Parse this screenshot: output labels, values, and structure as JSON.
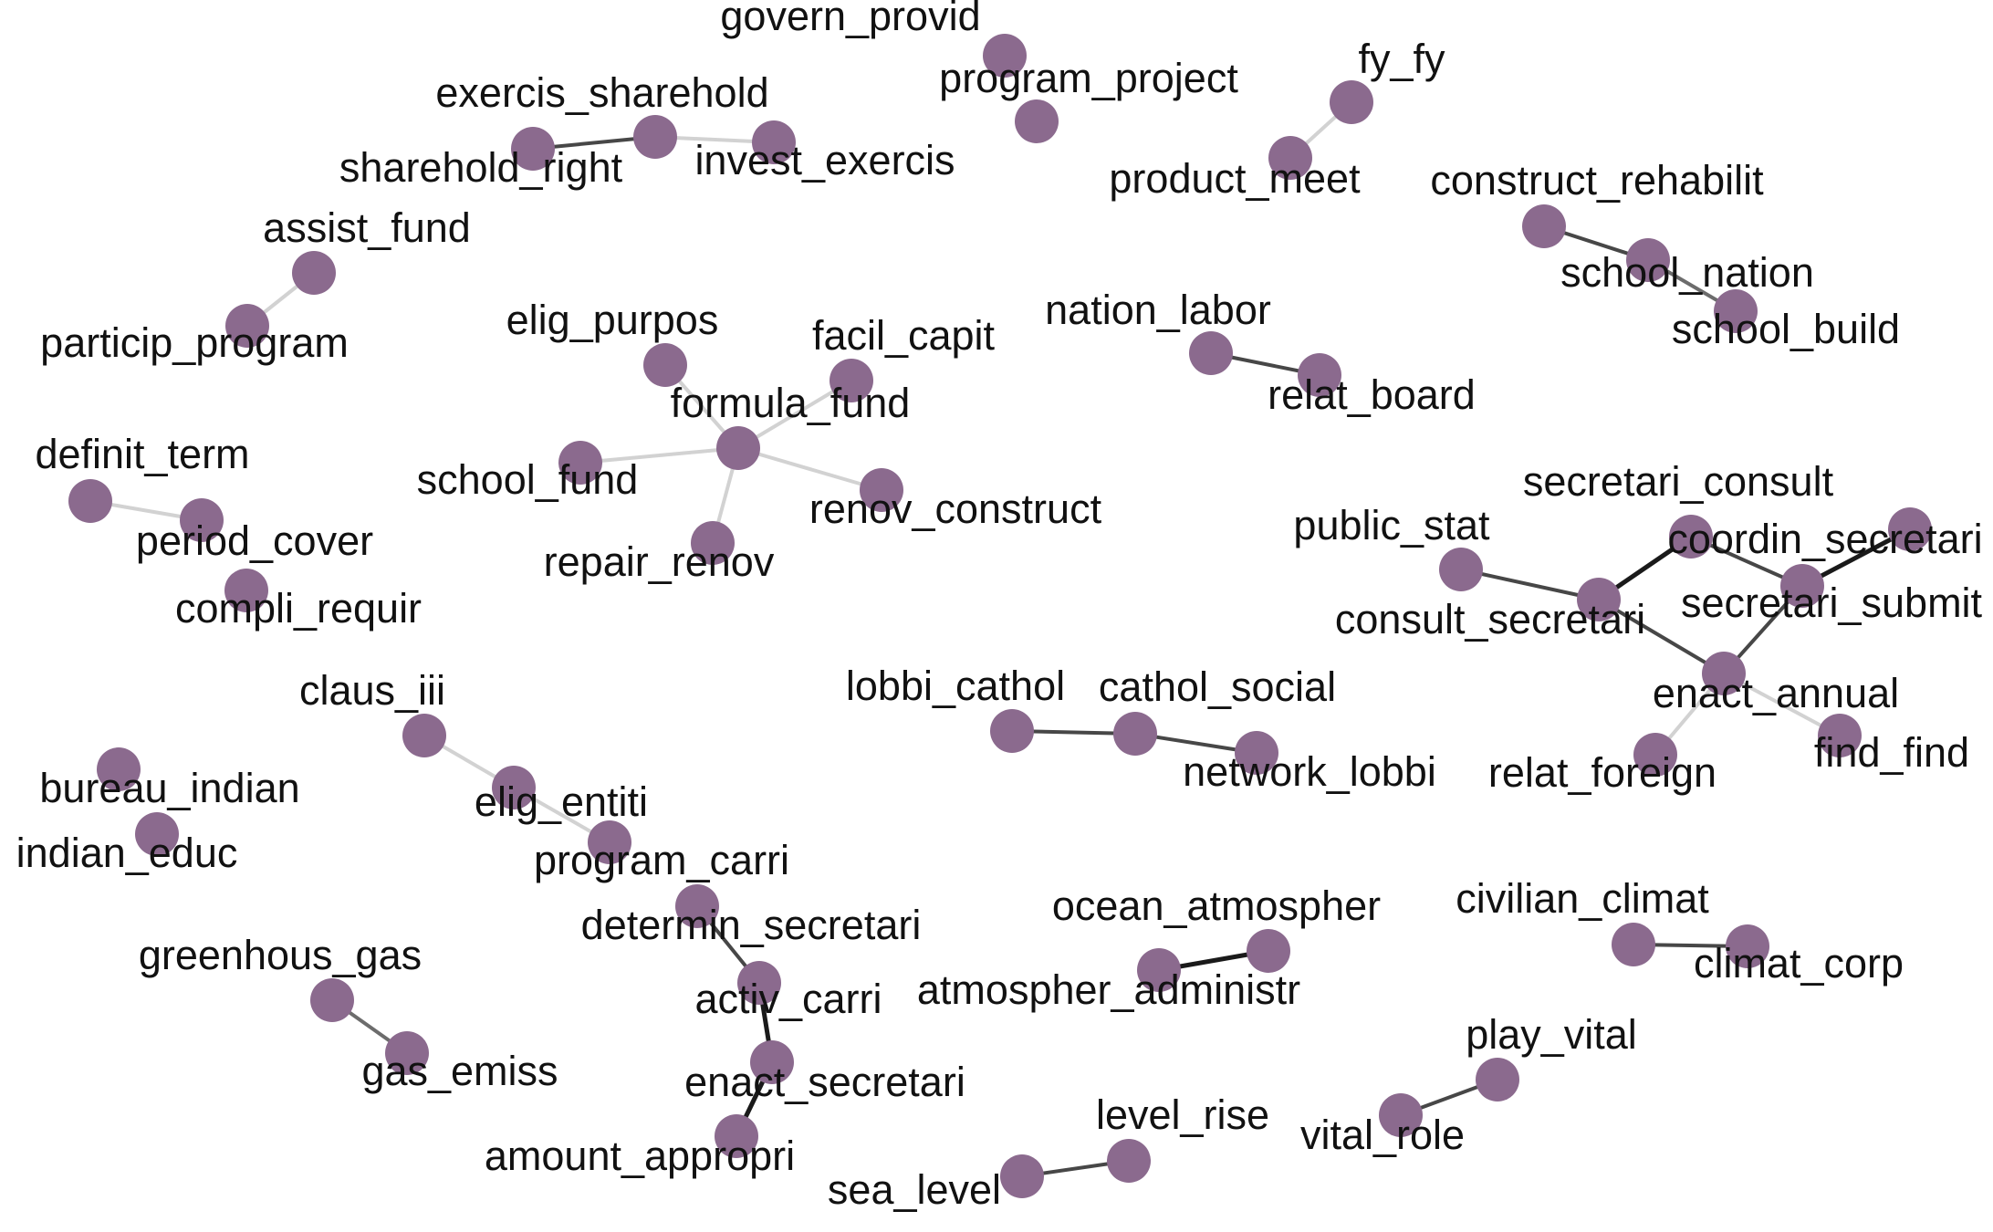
{
  "colors": {
    "node": "#8B6A8E",
    "label": "#111111",
    "background": "#ffffff",
    "edge_light": "#d2d2d2",
    "edge_mid": "#6c6c6c",
    "edge_dark": "#474747",
    "edge_black": "#1a1a1a"
  },
  "graph": {
    "nodes": [
      {
        "id": "govern_provid",
        "label": "govern_provid"
      },
      {
        "id": "program_project",
        "label": "program_project"
      },
      {
        "id": "fy_fy",
        "label": "fy_fy"
      },
      {
        "id": "product_meet",
        "label": "product_meet"
      },
      {
        "id": "exercis_sharehold",
        "label": "exercis_sharehold"
      },
      {
        "id": "sharehold_right",
        "label": "sharehold_right"
      },
      {
        "id": "invest_exercis",
        "label": "invest_exercis"
      },
      {
        "id": "construct_rehabilit",
        "label": "construct_rehabilit"
      },
      {
        "id": "school_nation",
        "label": "school_nation"
      },
      {
        "id": "school_build",
        "label": "school_build"
      },
      {
        "id": "assist_fund",
        "label": "assist_fund"
      },
      {
        "id": "particip_program",
        "label": "particip_program"
      },
      {
        "id": "elig_purpos",
        "label": "elig_purpos"
      },
      {
        "id": "facil_capit",
        "label": "facil_capit"
      },
      {
        "id": "formula_fund",
        "label": "formula_fund"
      },
      {
        "id": "school_fund",
        "label": "school_fund"
      },
      {
        "id": "renov_construct",
        "label": "renov_construct"
      },
      {
        "id": "repair_renov",
        "label": "repair_renov"
      },
      {
        "id": "nation_labor",
        "label": "nation_labor"
      },
      {
        "id": "relat_board",
        "label": "relat_board"
      },
      {
        "id": "definit_term",
        "label": "definit_term"
      },
      {
        "id": "period_cover",
        "label": "period_cover"
      },
      {
        "id": "compli_requir",
        "label": "compli_requir"
      },
      {
        "id": "secretari_consult",
        "label": "secretari_consult"
      },
      {
        "id": "public_stat",
        "label": "public_stat"
      },
      {
        "id": "coordin_secretari",
        "label": "coordin_secretari"
      },
      {
        "id": "consult_secretari",
        "label": "consult_secretari"
      },
      {
        "id": "secretari_submit",
        "label": "secretari_submit"
      },
      {
        "id": "enact_annual",
        "label": "enact_annual"
      },
      {
        "id": "relat_foreign",
        "label": "relat_foreign"
      },
      {
        "id": "find_find",
        "label": "find_find"
      },
      {
        "id": "claus_iii",
        "label": "claus_iii"
      },
      {
        "id": "elig_entiti",
        "label": "elig_entiti"
      },
      {
        "id": "lobbi_cathol",
        "label": "lobbi_cathol"
      },
      {
        "id": "cathol_social",
        "label": "cathol_social"
      },
      {
        "id": "network_lobbi",
        "label": "network_lobbi"
      },
      {
        "id": "bureau_indian",
        "label": "bureau_indian"
      },
      {
        "id": "indian_educ",
        "label": "indian_educ"
      },
      {
        "id": "program_carri",
        "label": "program_carri"
      },
      {
        "id": "determin_secretari",
        "label": "determin_secretari"
      },
      {
        "id": "activ_carri",
        "label": "activ_carri"
      },
      {
        "id": "enact_secretari",
        "label": "enact_secretari"
      },
      {
        "id": "amount_appropri",
        "label": "amount_appropri"
      },
      {
        "id": "ocean_atmospher",
        "label": "ocean_atmospher"
      },
      {
        "id": "atmospher_administr",
        "label": "atmospher_administr"
      },
      {
        "id": "civilian_climat",
        "label": "civilian_climat"
      },
      {
        "id": "climat_corp",
        "label": "climat_corp"
      },
      {
        "id": "greenhous_gas",
        "label": "greenhous_gas"
      },
      {
        "id": "gas_emiss",
        "label": "gas_emiss"
      },
      {
        "id": "play_vital",
        "label": "play_vital"
      },
      {
        "id": "vital_role",
        "label": "vital_role"
      },
      {
        "id": "level_rise",
        "label": "level_rise"
      },
      {
        "id": "sea_level",
        "label": "sea_level"
      }
    ],
    "edges": [
      {
        "source": "fy_fy",
        "target": "product_meet",
        "strength": "light"
      },
      {
        "source": "sharehold_right",
        "target": "exercis_sharehold",
        "strength": "dark"
      },
      {
        "source": "exercis_sharehold",
        "target": "invest_exercis",
        "strength": "light"
      },
      {
        "source": "construct_rehabilit",
        "target": "school_nation",
        "strength": "dark"
      },
      {
        "source": "school_nation",
        "target": "school_build",
        "strength": "mid"
      },
      {
        "source": "assist_fund",
        "target": "particip_program",
        "strength": "light"
      },
      {
        "source": "formula_fund",
        "target": "elig_purpos",
        "strength": "light"
      },
      {
        "source": "formula_fund",
        "target": "facil_capit",
        "strength": "light"
      },
      {
        "source": "formula_fund",
        "target": "school_fund",
        "strength": "light"
      },
      {
        "source": "formula_fund",
        "target": "renov_construct",
        "strength": "light"
      },
      {
        "source": "formula_fund",
        "target": "repair_renov",
        "strength": "light"
      },
      {
        "source": "nation_labor",
        "target": "relat_board",
        "strength": "dark"
      },
      {
        "source": "definit_term",
        "target": "period_cover",
        "strength": "light"
      },
      {
        "source": "public_stat",
        "target": "consult_secretari",
        "strength": "dark"
      },
      {
        "source": "consult_secretari",
        "target": "secretari_consult",
        "strength": "black"
      },
      {
        "source": "secretari_consult",
        "target": "coordin_secretari",
        "strength": "dark"
      },
      {
        "source": "coordin_secretari",
        "target": "secretari_submit",
        "strength": "black"
      },
      {
        "source": "coordin_secretari",
        "target": "enact_annual",
        "strength": "dark"
      },
      {
        "source": "consult_secretari",
        "target": "enact_annual",
        "strength": "dark"
      },
      {
        "source": "enact_annual",
        "target": "relat_foreign",
        "strength": "light"
      },
      {
        "source": "enact_annual",
        "target": "find_find",
        "strength": "light"
      },
      {
        "source": "claus_iii",
        "target": "elig_entiti",
        "strength": "light"
      },
      {
        "source": "elig_entiti",
        "target": "program_carri",
        "strength": "light"
      },
      {
        "source": "lobbi_cathol",
        "target": "cathol_social",
        "strength": "dark"
      },
      {
        "source": "cathol_social",
        "target": "network_lobbi",
        "strength": "dark"
      },
      {
        "source": "determin_secretari",
        "target": "activ_carri",
        "strength": "dark"
      },
      {
        "source": "activ_carri",
        "target": "enact_secretari",
        "strength": "black"
      },
      {
        "source": "enact_secretari",
        "target": "amount_appropri",
        "strength": "black"
      },
      {
        "source": "ocean_atmospher",
        "target": "atmospher_administr",
        "strength": "black"
      },
      {
        "source": "civilian_climat",
        "target": "climat_corp",
        "strength": "dark"
      },
      {
        "source": "greenhous_gas",
        "target": "gas_emiss",
        "strength": "mid"
      },
      {
        "source": "play_vital",
        "target": "vital_role",
        "strength": "dark"
      },
      {
        "source": "level_rise",
        "target": "sea_level",
        "strength": "dark"
      }
    ]
  }
}
